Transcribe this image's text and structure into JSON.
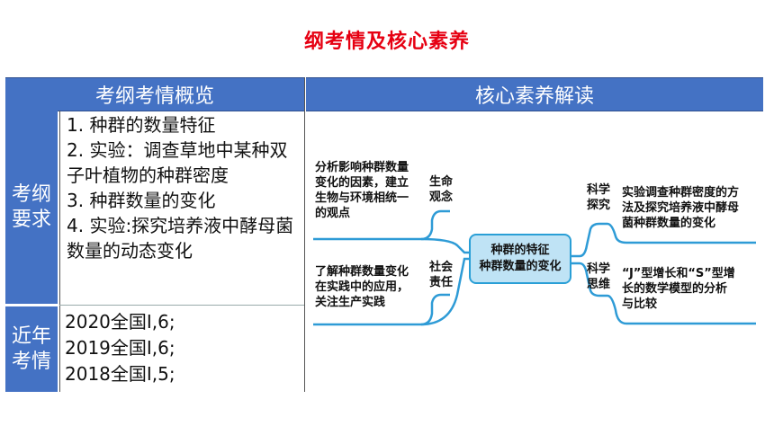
{
  "title": "纲考情及核心素养",
  "header": {
    "left": "考纲考情概览",
    "right": "核心素养解读"
  },
  "side": {
    "requirements": [
      "考纲",
      "要求"
    ],
    "recent": [
      "近年",
      "考情"
    ]
  },
  "requirements": [
    "1. 种群的数量特征",
    "2. 实验：调查草地中某种双子叶植物的种群密度",
    "3. 种群数量的变化",
    "4. 实验:探究培养液中酵母菌数量的动态变化"
  ],
  "recent": [
    "2020全国Ⅰ,6;",
    "2019全国Ⅰ,6;",
    "2018全国Ⅰ,5;"
  ],
  "mindmap": {
    "center": [
      "种群的特征",
      "种群数量的变化"
    ],
    "left": [
      {
        "label": [
          "生命",
          "观念"
        ],
        "text": [
          "分析影响种群数量",
          "变化的因素，建立",
          "生物与环境相统一",
          "的观点"
        ]
      },
      {
        "label": [
          "社会",
          "责任"
        ],
        "text": [
          "了解种群数量变化",
          "在实践中的应用，",
          "关注生产实践"
        ]
      }
    ],
    "right": [
      {
        "label": [
          "科学",
          "探究"
        ],
        "text": [
          "实验调查种群密度的方",
          "法及探究培养液中酵母",
          "菌种群数量的变化"
        ]
      },
      {
        "label": [
          "科学",
          "思维"
        ],
        "text": [
          "“J”型增长和“S”型增",
          "长的数学模型的分析",
          "与比较"
        ]
      }
    ],
    "line_color": "#2e9bd6"
  }
}
